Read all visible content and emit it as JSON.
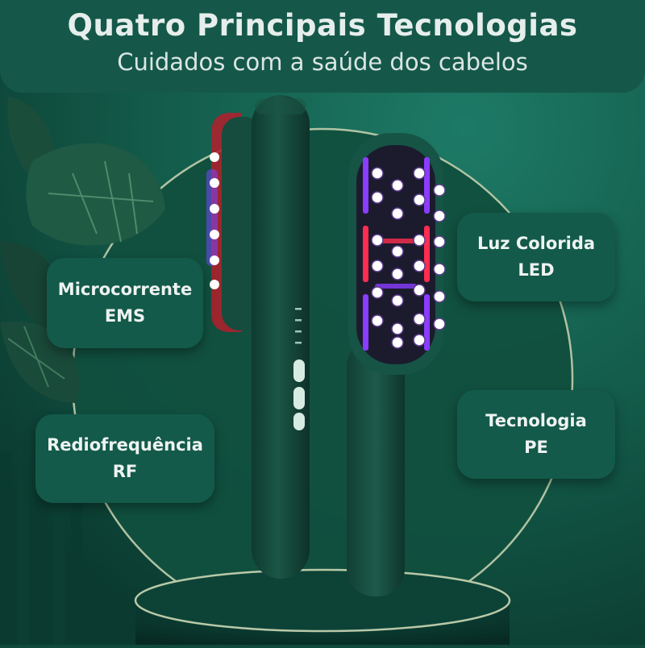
{
  "header": {
    "title": "Quatro Principais Tecnologias",
    "subtitle": "Cuidados com a saúde dos cabelos"
  },
  "features": {
    "ems": {
      "line1": "Microcorrente",
      "line2": "EMS"
    },
    "led": {
      "line1": "Luz Colorida",
      "line2": "LED"
    },
    "rf": {
      "line1": "Rediofrequência",
      "line2": "RF"
    },
    "pe": {
      "line1": "Tecnologia",
      "line2": "PE"
    }
  },
  "colors": {
    "background": "#0f4a3c",
    "card": "#135a4a",
    "device": "#14473b",
    "led_red": "#ff2d4f",
    "led_purple": "#8a3cff"
  },
  "icons": [
    "plant-leaves",
    "hair-brush-device",
    "led-pins",
    "control-buttons"
  ]
}
